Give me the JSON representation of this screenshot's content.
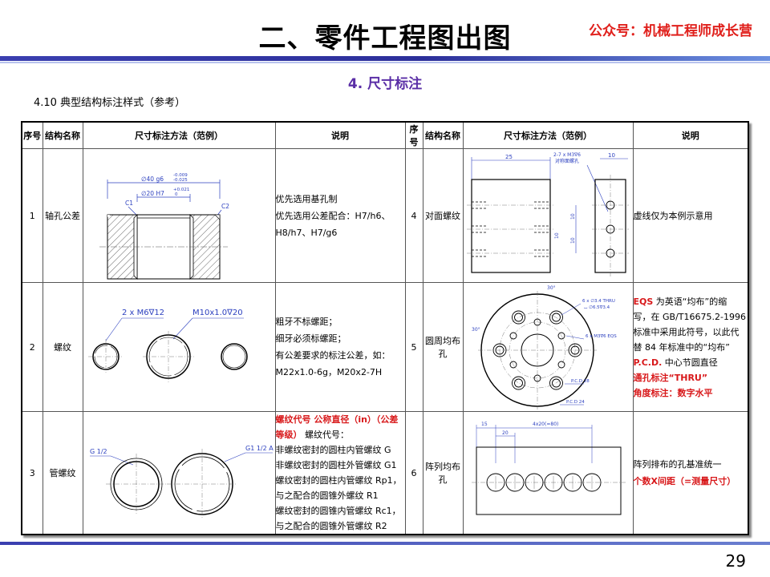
{
  "header": {
    "title": "二、零件工程图出图",
    "brand": "公众号：机械工程师成长营",
    "subtitle": "4. 尺寸标注",
    "section": "4.10 典型结构标注样式（参考）"
  },
  "table": {
    "headers": [
      "序号",
      "结构名称",
      "尺寸标注方法（范例）",
      "说明",
      "序号",
      "结构名称",
      "尺寸标注方法（范例）",
      "说明"
    ],
    "rows": [
      {
        "no_left": "1",
        "name_left": "轴孔公差",
        "note_left": [
          "优先选用基孔制",
          "优先选用公差配合：H7/h6、H8/h7、H7/g6"
        ],
        "no_right": "4",
        "name_right": "对面螺纹",
        "note_right": [
          "虚线仅为本例示意用"
        ]
      },
      {
        "no_left": "2",
        "name_left": "螺纹",
        "note_left": [
          "粗牙不标螺距；",
          "细牙必须标螺距；",
          "有公差要求的标注公差，如：",
          "M22x1.0-6g，M20x2-7H"
        ],
        "no_right": "5",
        "name_right": "圆周均布孔",
        "note_right_lines": [
          {
            "red": "EQS",
            "text": " 为英语“均布”的缩"
          },
          {
            "red": "",
            "text": "写，在 GB/T16675.2-1996"
          },
          {
            "red": "",
            "text": "标准中采用此符号，以此代"
          },
          {
            "red": "",
            "text": "替 84 年标准中的“均布”"
          },
          {
            "red": "P.C.D.",
            "text": " 中心节圆直径"
          },
          {
            "red": "通孔标注“THRU”",
            "text": ""
          },
          {
            "red": "角度标注：数字水平",
            "text": ""
          }
        ]
      },
      {
        "no_left": "3",
        "name_left": "管螺纹",
        "note_left_red": "螺纹代号 公称直径（in）（公差等级）",
        "note_left_tail": "螺纹代号：",
        "note_left": [
          "非螺纹密封的圆柱内管螺纹 G",
          "非螺纹密封的圆柱外管螺纹 G1",
          "螺纹密封的圆柱内管螺纹 Rp1，与之配合的圆锥外螺纹 R1",
          "螺纹密封的圆锥内管螺纹 Rc1，与之配合的圆锥外管螺纹 R2"
        ],
        "no_right": "6",
        "name_right": "阵列均布孔",
        "note_right": [
          "阵列排布的孔基准统一"
        ],
        "note_right_red": "个数X间距（=测量尺寸）"
      }
    ]
  },
  "drawings": {
    "fit": {
      "outer_dim": "∅40 g6",
      "outer_tol_upper": "-0.009",
      "outer_tol_lower": "-0.025",
      "inner_dim": "∅20 H7",
      "inner_tol_upper": "+0.021",
      "inner_tol_lower": "0",
      "chamfer_left": "C1",
      "chamfer_right": "C2"
    },
    "thread": {
      "left_callout": "2 x M6∇12",
      "right_callout": "M10x1.0∇20"
    },
    "opposite": {
      "dim_top": "25",
      "callout_1": "2-7 x M3∇6",
      "callout_2": "对称面螺孔",
      "dim_right": "10",
      "dim_v1": "10",
      "dim_v2": "10",
      "dim_v3": "10"
    },
    "circular": {
      "angle": "30°",
      "callout_1": "6 x ∅3.4 THRU",
      "callout_2": "⌴ ∅6.5∇3.4",
      "callout_3": "6 x M3∇6 EQS",
      "pcd_1": "P.C.D 28",
      "pcd_2": "P.C.D 24",
      "angle_left": "30°"
    },
    "pipe": {
      "left_callout": "G 1/2",
      "right_callout": "G1 1/2 A"
    },
    "linear": {
      "dim_1": "15",
      "dim_2": "20",
      "dim_3": "4x20(=80)"
    }
  },
  "footer": {
    "page": "29"
  }
}
